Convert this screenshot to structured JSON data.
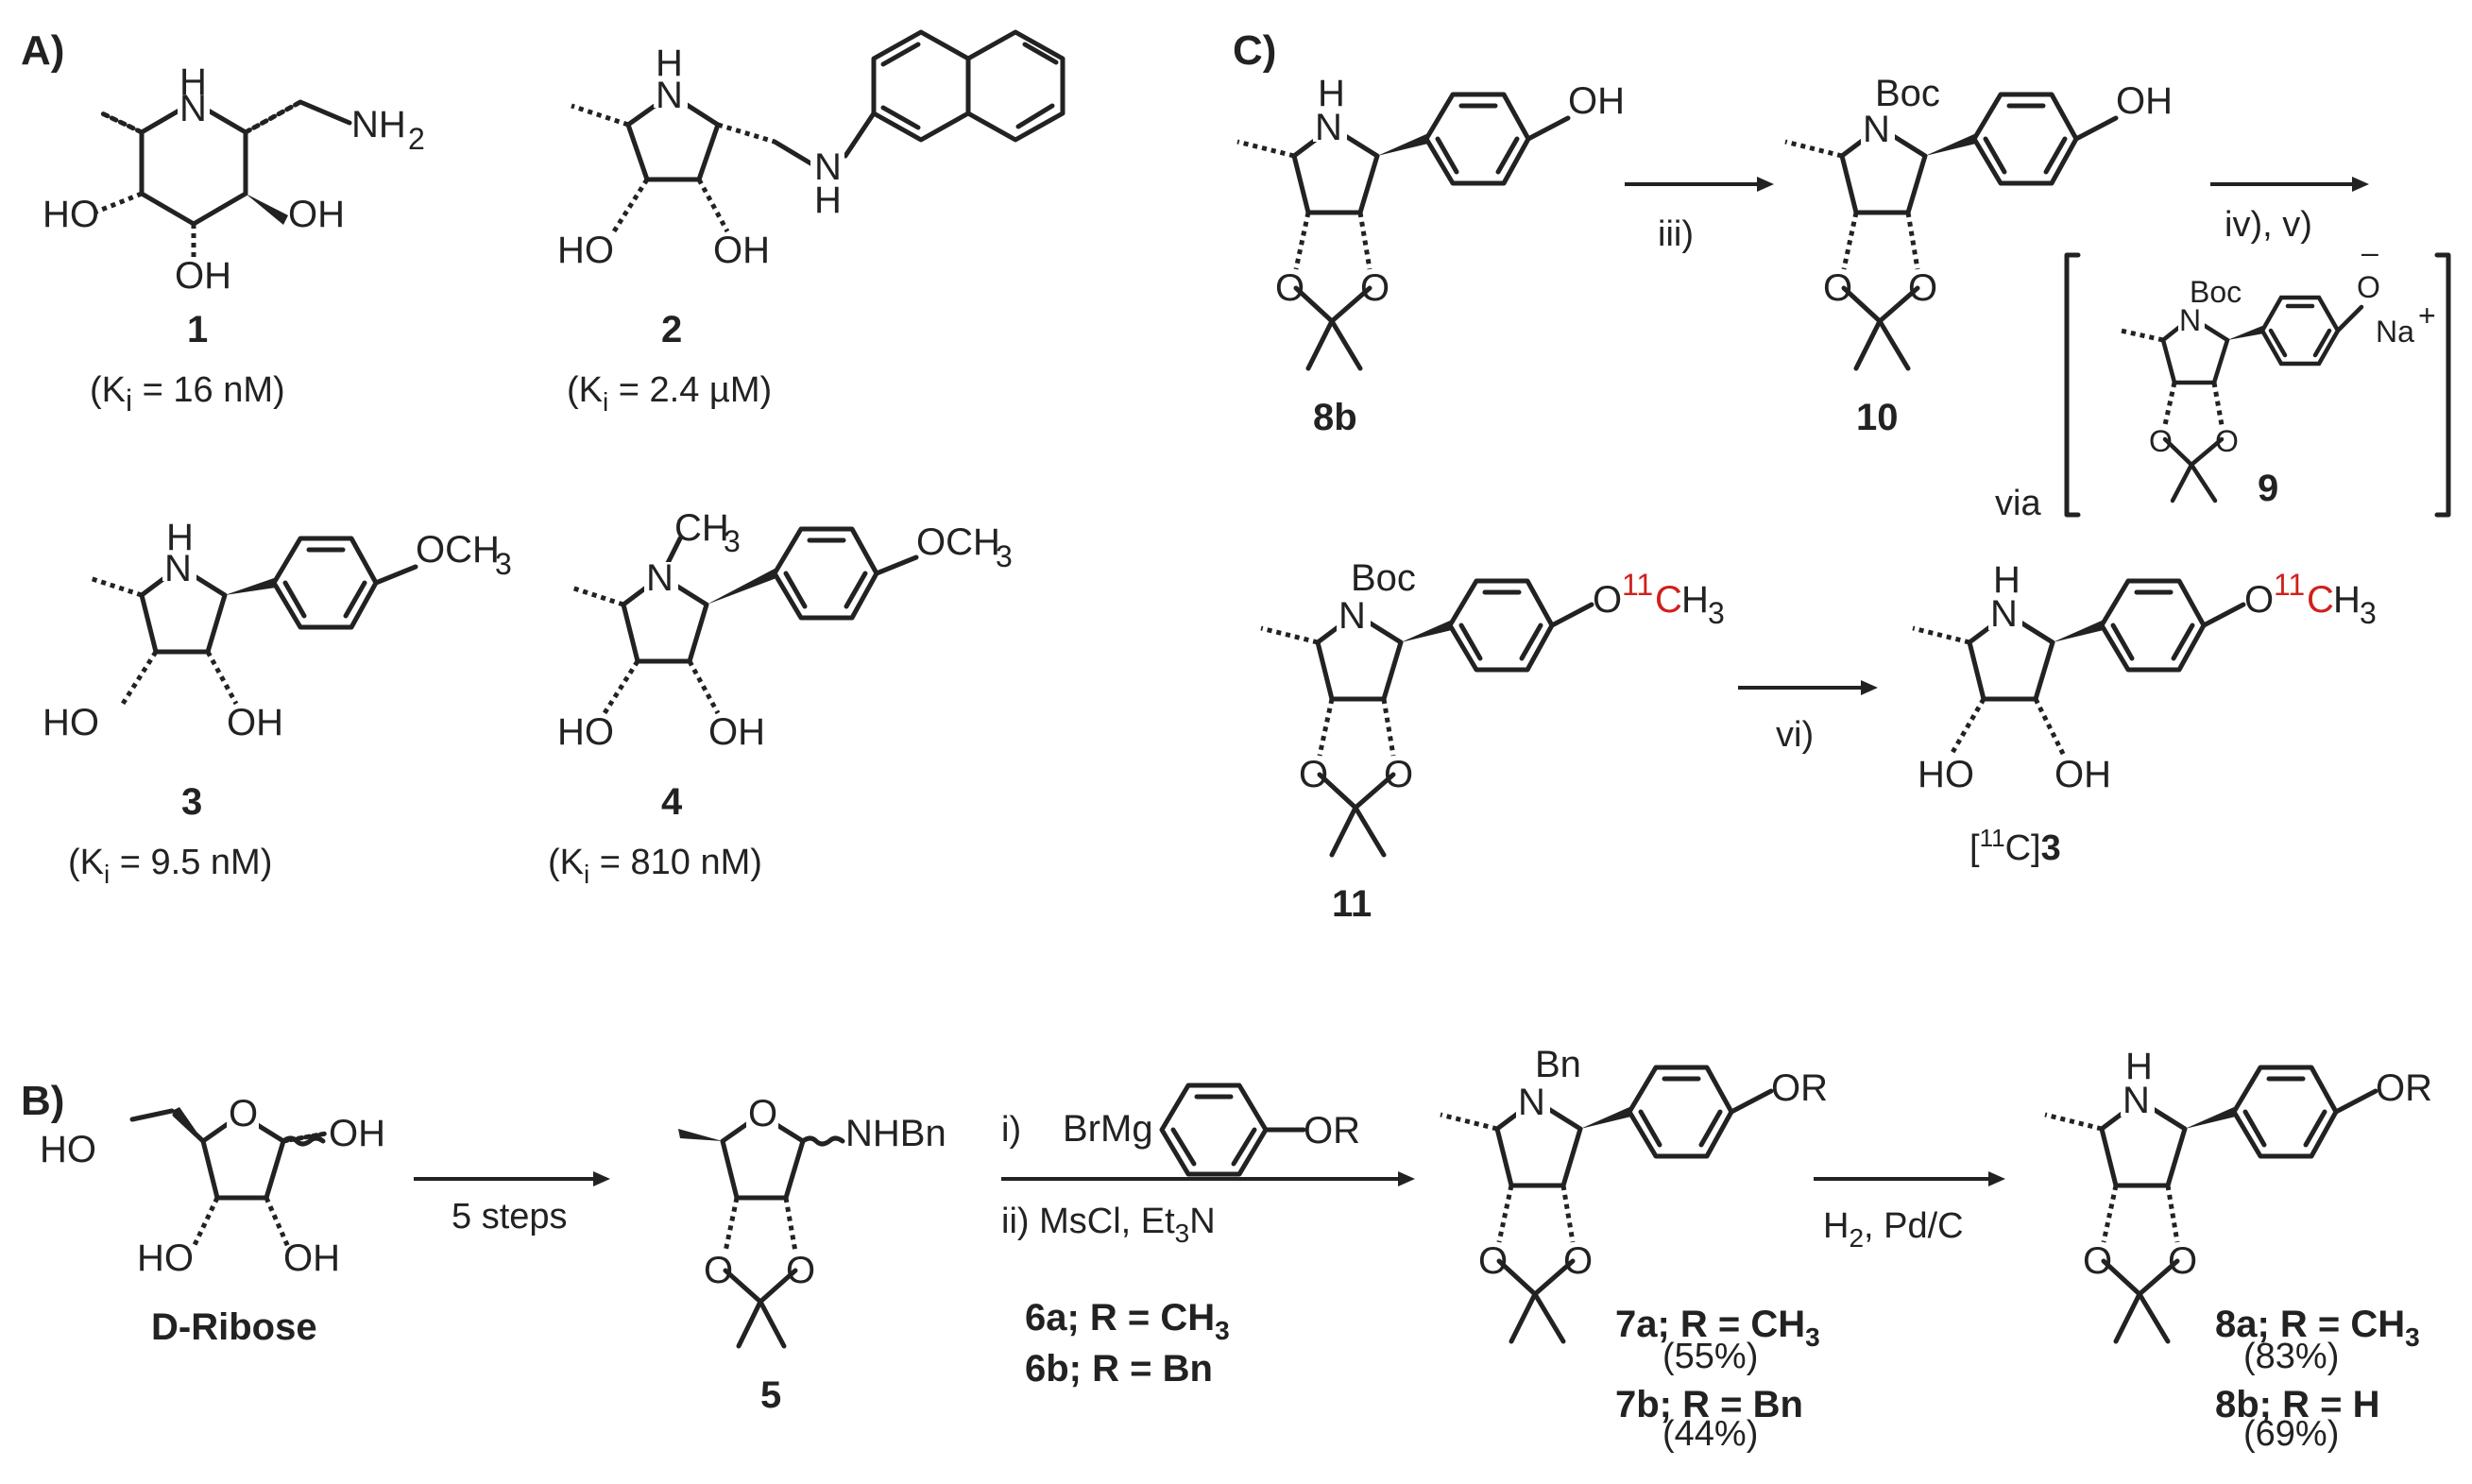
{
  "panels": {
    "A": "A)",
    "B": "B)",
    "C": "C)"
  },
  "atoms": {
    "N": "N",
    "H": "H",
    "NH": "NH",
    "O": "O",
    "HO": "HO",
    "OH": "OH",
    "NH2": "NH",
    "sub2": "2",
    "OCH3": "OCH",
    "sub3": "3",
    "CH3": "CH",
    "Boc": "Boc",
    "Bn": "Bn",
    "NHBn": "NHBn",
    "OR": "OR",
    "BrMg": "BrMg",
    "Na": "Na",
    "plus": "+",
    "minus": "–",
    "O11": "O",
    "iso11": "11",
    "C": "C",
    "H3": "H"
  },
  "compounds": {
    "c1": {
      "num": "1",
      "ki": "(K",
      "ki_sub": "i",
      "ki_val": " = 16 nM)"
    },
    "c2": {
      "num": "2",
      "ki": "(K",
      "ki_sub": "i",
      "ki_val": " = 2.4 µM)"
    },
    "c3": {
      "num": "3",
      "ki": "(K",
      "ki_sub": "i",
      "ki_val": " = 9.5 nM)"
    },
    "c4": {
      "num": "4",
      "ki": "(K",
      "ki_sub": "i",
      "ki_val": " = 810 nM)"
    },
    "c5": {
      "num": "5"
    },
    "c6a": "6a;  R = CH",
    "c6b": "6b;  R = Bn",
    "c7a": "7a;  R = CH",
    "c7a_yield": "(55%)",
    "c7b": "7b;  R = Bn",
    "c7b_yield": "(44%)",
    "c8a": "8a;  R = CH",
    "c8a_yield": "(83%)",
    "c8b_label": "8b;  R = H",
    "c8b_yield": "(69%)",
    "c8b": "8b",
    "c9": "9",
    "c10": "10",
    "c11": "11",
    "c3_label_prefix": "[",
    "c3_label_iso": "11",
    "c3_label_mid": "C]",
    "c3_label_num": "3",
    "ribose": "D-Ribose"
  },
  "reagents": {
    "five_steps": "5 steps",
    "step_i": "i)",
    "step_ii": "ii)  MsCl, Et",
    "step_ii_sub": "3",
    "step_ii_end": "N",
    "h2": "H",
    "h2_sub": "2",
    "h2_end": ", Pd/C",
    "iii": "iii)",
    "iv_v": "iv), v)",
    "vi": "vi)",
    "via": "via"
  },
  "colors": {
    "ink": "#222222",
    "isotope": "#d0201c",
    "background": "#ffffff"
  }
}
